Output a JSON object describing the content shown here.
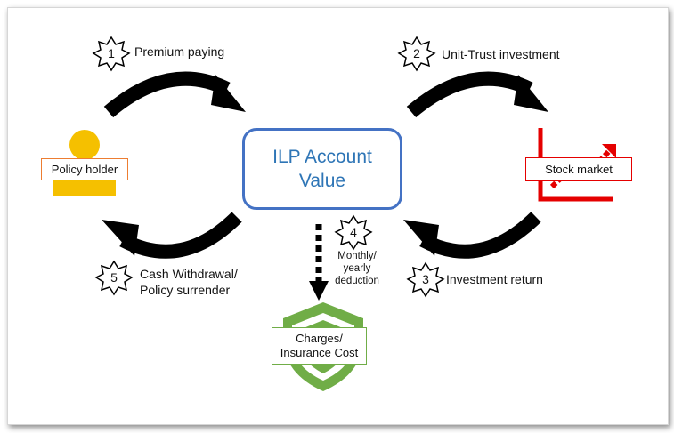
{
  "center": {
    "line1": "ILP Account",
    "line2": "Value"
  },
  "nodes": {
    "policy_holder": "Policy holder",
    "stock_market": "Stock market",
    "charges_line1": "Charges/",
    "charges_line2": "Insurance Cost"
  },
  "steps": [
    {
      "num": "1",
      "label": "Premium paying"
    },
    {
      "num": "2",
      "label": "Unit-Trust investment"
    },
    {
      "num": "3",
      "label": "Investment return"
    },
    {
      "num": "4",
      "label_line1": "Monthly/",
      "label_line2": "yearly",
      "label_line3": "deduction"
    },
    {
      "num": "5",
      "label_line1": "Cash Withdrawal/",
      "label_line2": "Policy surrender"
    }
  ],
  "colors": {
    "center_border": "#4472c4",
    "center_text": "#2e75b6",
    "policy_holder_icon": "#f5c000",
    "policy_holder_border": "#ed7d31",
    "stock_market_color": "#e50000",
    "shield_color": "#70ad47",
    "arrow_color": "#000000"
  },
  "icons": [
    "person-icon",
    "stock-chart-icon",
    "shield-icon",
    "star-badge-icon"
  ]
}
